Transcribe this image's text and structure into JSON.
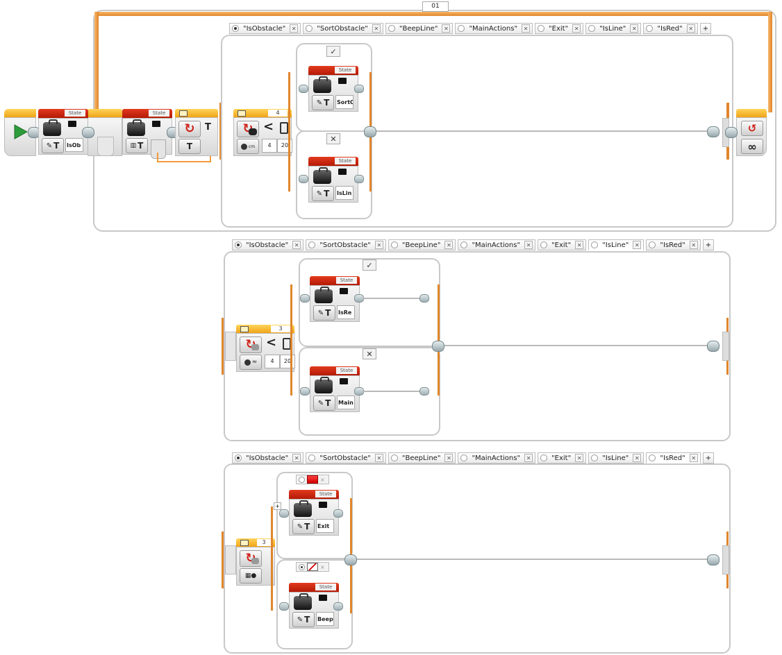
{
  "loop": {
    "label": "01",
    "mode_symbol": "∞"
  },
  "program_start": {
    "icon": "play-icon"
  },
  "state_title": "State",
  "tabs_sections": [
    {
      "tabs": [
        {
          "label": "\"IsObstacle\"",
          "selected": true
        },
        {
          "label": "\"SortObstacle\""
        },
        {
          "label": "\"BeepLine\""
        },
        {
          "label": "\"MainActions\""
        },
        {
          "label": "\"Exit\""
        },
        {
          "label": "\"IsLine\""
        },
        {
          "label": "\"IsRed\""
        }
      ],
      "add_label": "+"
    },
    {
      "tabs": [
        {
          "label": "\"IsObstacle\"",
          "selected": true
        },
        {
          "label": "\"SortObstacle\""
        },
        {
          "label": "\"BeepLine\""
        },
        {
          "label": "\"MainActions\""
        },
        {
          "label": "\"Exit\""
        },
        {
          "label": "\"IsLine\"",
          "active": true
        },
        {
          "label": "\"IsRed\""
        }
      ],
      "add_label": "+"
    },
    {
      "tabs": [
        {
          "label": "\"IsObstacle\"",
          "selected": true
        },
        {
          "label": "\"SortObstacle\""
        },
        {
          "label": "\"BeepLine\""
        },
        {
          "label": "\"MainActions\""
        },
        {
          "label": "\"Exit\""
        },
        {
          "label": "\"IsLine\""
        },
        {
          "label": "\"IsRed\"",
          "active": true
        }
      ],
      "add_label": "+"
    }
  ],
  "main_row": {
    "state1_value": "IsOb",
    "text_block_label": "T",
    "switch1": {
      "port": "4",
      "compare": "<",
      "threshold_a": "4",
      "threshold_b": "20",
      "unit": "cm"
    },
    "true_case_icon": "✓",
    "false_case_icon": "✕",
    "true_state_value": "SortO",
    "false_state_value": "IsLin"
  },
  "switch2": {
    "port": "3",
    "compare": "<",
    "threshold_a": "4",
    "threshold_b": "20",
    "true_case_icon": "✓",
    "false_case_icon": "✕",
    "true_state_value": "IsRe",
    "false_state_value": "Main"
  },
  "switch3": {
    "port": "3",
    "true_state_value": "Exit",
    "false_state_value": "Beep",
    "add_case_label": "+",
    "case_close_label": "×"
  },
  "colors": {
    "orange": "#e0862c",
    "state_header_red": "#c8260e",
    "switch_header_yellow": "#f5b52a",
    "start_green": "#2e9b3a",
    "red_case": "#e01010"
  }
}
